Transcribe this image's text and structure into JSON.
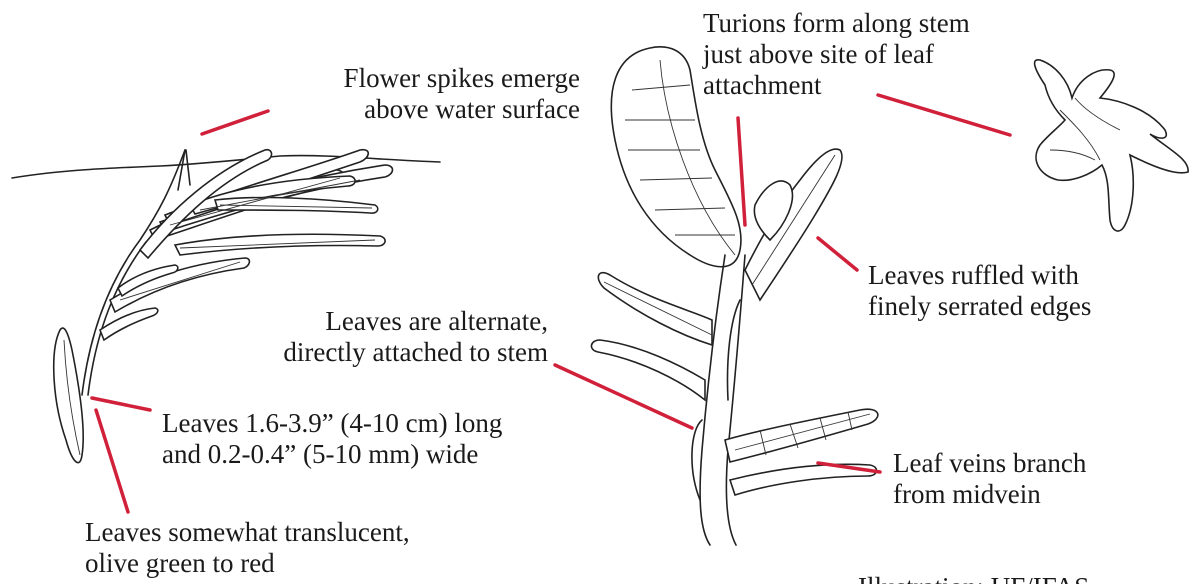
{
  "labels": {
    "flower_spikes": [
      "Flower spikes emerge",
      "above water surface"
    ],
    "turions": [
      "Turions form along stem",
      "just above site of leaf",
      "attachment"
    ],
    "ruffled": [
      "Leaves ruffled with",
      "finely serrated edges"
    ],
    "alternate": [
      "Leaves are alternate,",
      "directly attached to stem"
    ],
    "leaf_size": [
      "Leaves 1.6-3.9” (4-10 cm) long",
      "and 0.2-0.4” (5-10 mm) wide"
    ],
    "veins": [
      "Leaf veins branch",
      "from midvein"
    ],
    "translucent": [
      "Leaves somewhat translucent,",
      "olive green to red"
    ],
    "credit": "Illustration: UF/IFAS"
  },
  "colors": {
    "leader": "#d1203a",
    "ink": "#222222"
  }
}
